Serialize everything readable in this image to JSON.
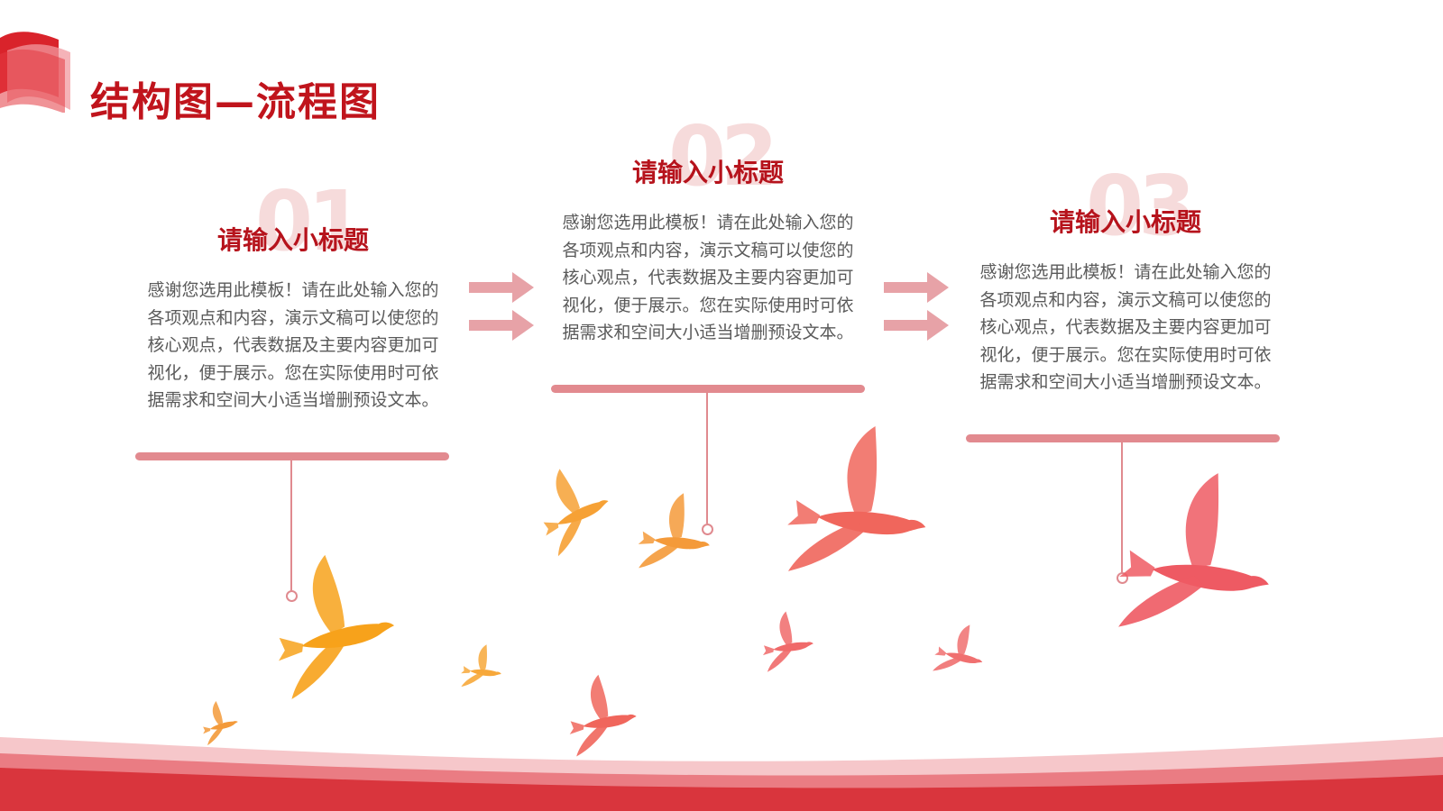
{
  "page": {
    "title": "结构图—流程图"
  },
  "steps": [
    {
      "number": "01",
      "subtitle": "请输入小标题",
      "body": "感谢您选用此模板！请在此处输入您的各项观点和内容，演示文稿可以使您的核心观点，代表数据及主要内容更加可视化，便于展示。您在实际使用时可依据需求和空间大小适当增删预设文本。"
    },
    {
      "number": "02",
      "subtitle": "请输入小标题",
      "body": "感谢您选用此模板！请在此处输入您的各项观点和内容，演示文稿可以使您的核心观点，代表数据及主要内容更加可视化，便于展示。您在实际使用时可依据需求和空间大小适当增删预设文本。"
    },
    {
      "number": "03",
      "subtitle": "请输入小标题",
      "body": "感谢您选用此模板！请在此处输入您的各项观点和内容，演示文稿可以使您的核心观点，代表数据及主要内容更加可视化，便于展示。您在实际使用时可依据需求和空间大小适当增删预设文本。"
    }
  ],
  "colors": {
    "accent": "#c0141c",
    "accent_light": "#e28a8f",
    "number_watermark": "#f3cfd0",
    "bird_orange": "#f7a21b",
    "bird_red": "#f0665c"
  }
}
